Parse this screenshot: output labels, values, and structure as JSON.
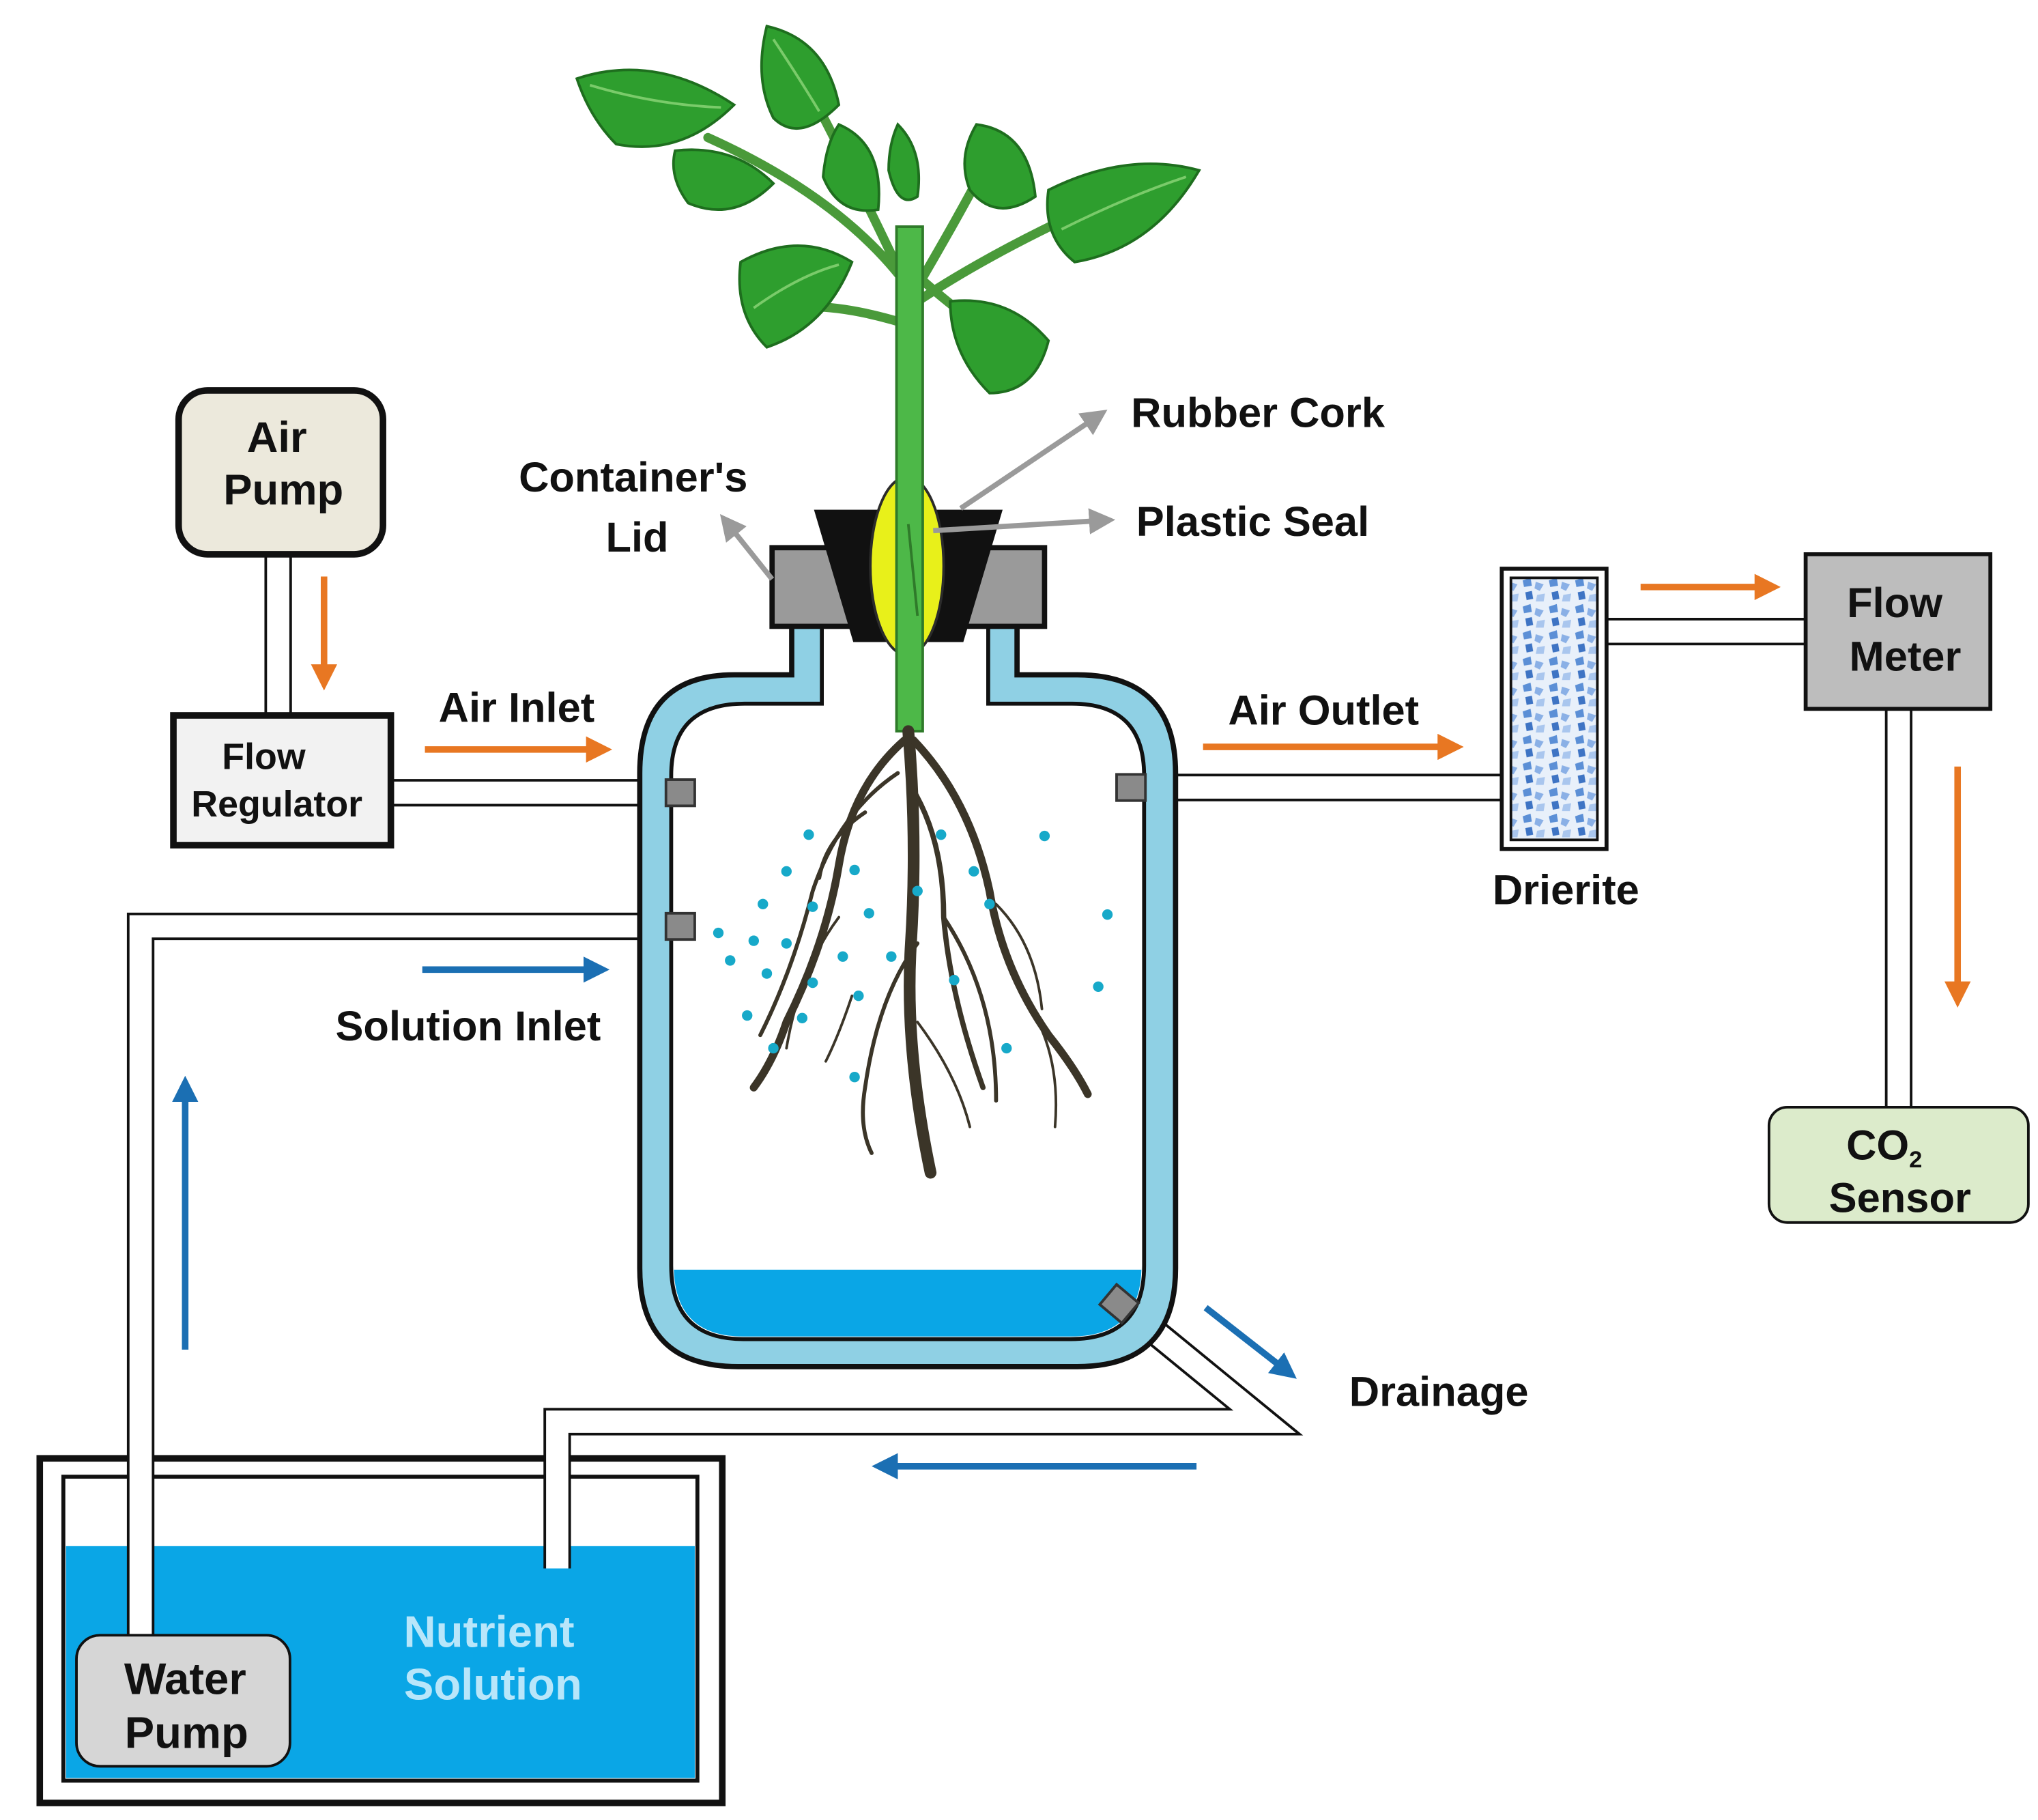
{
  "labels": {
    "air_pump": [
      "Air",
      "Pump"
    ],
    "flow_regulator": [
      "Flow",
      "Regulator"
    ],
    "air_inlet": "Air Inlet",
    "containers_lid": [
      "Container's",
      "Lid"
    ],
    "rubber_cork": "Rubber Cork",
    "plastic_seal": "Plastic Seal",
    "air_outlet": "Air Outlet",
    "drierite": "Drierite",
    "flow_meter": [
      "Flow",
      "Meter"
    ],
    "co2_sensor": [
      "CO",
      "2",
      "Sensor"
    ],
    "solution_inlet": "Solution Inlet",
    "drainage": "Drainage",
    "water_pump": [
      "Water",
      "Pump"
    ],
    "nutrient_solution": [
      "Nutrient",
      "Solution"
    ]
  },
  "colors": {
    "air_flow_arrow": "#E87722",
    "water_flow_arrow": "#1B6FB3",
    "solution_fill": "#0AA6E6",
    "container_wall": "#8FD0E4",
    "lid_gray": "#9A9A9A",
    "cork_black": "#111111",
    "seal_yellow": "#E8F01A",
    "stem_green": "#4DB848",
    "leaf_green": "#2E9E2E",
    "root_brown": "#3B3528",
    "air_pump_fill": "#ECE9DC",
    "flow_meter_fill": "#BDBDBD",
    "co2_sensor_fill": "#DCEBCB",
    "water_pump_fill": "#D6D6D6",
    "drierite_blue": "#5B8FD6",
    "nutrient_text": "#B8E6FA"
  },
  "icons": [
    "tomato-plant-icon",
    "roots-icon",
    "drierite-granules-icon",
    "nutrient-droplets-icon",
    "valve-fitting-icon"
  ]
}
